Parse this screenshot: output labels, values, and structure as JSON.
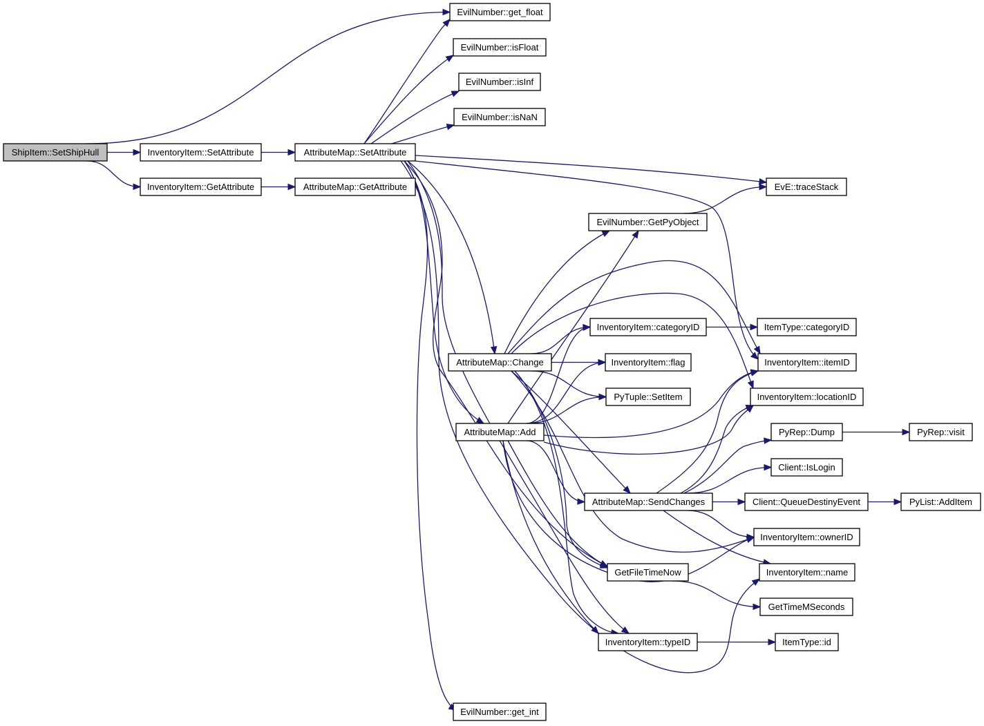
{
  "colors": {
    "edge": "#191970",
    "root_fill": "#bfbfbf",
    "node_fill": "#ffffff",
    "node_border": "#000000"
  },
  "nodes": [
    {
      "id": "shipitem_setshiphull",
      "label": "ShipItem::SetShipHull",
      "root": true
    },
    {
      "id": "inventoryitem_setattribute",
      "label": "InventoryItem::SetAttribute"
    },
    {
      "id": "inventoryitem_getattribute",
      "label": "InventoryItem::GetAttribute"
    },
    {
      "id": "attributemap_setattribute",
      "label": "AttributeMap::SetAttribute"
    },
    {
      "id": "attributemap_getattribute",
      "label": "AttributeMap::GetAttribute"
    },
    {
      "id": "evilnumber_get_float",
      "label": "EvilNumber::get_float"
    },
    {
      "id": "evilnumber_isfloat",
      "label": "EvilNumber::isFloat"
    },
    {
      "id": "evilnumber_isinf",
      "label": "EvilNumber::isInf"
    },
    {
      "id": "evilnumber_isnan",
      "label": "EvilNumber::isNaN"
    },
    {
      "id": "eve_tracestack",
      "label": "EvE::traceStack"
    },
    {
      "id": "evilnumber_getpyobject",
      "label": "EvilNumber::GetPyObject"
    },
    {
      "id": "inventoryitem_categoryid",
      "label": "InventoryItem::categoryID"
    },
    {
      "id": "itemtype_categoryid",
      "label": "ItemType::categoryID"
    },
    {
      "id": "attributemap_change",
      "label": "AttributeMap::Change"
    },
    {
      "id": "inventoryitem_flag",
      "label": "InventoryItem::flag"
    },
    {
      "id": "inventoryitem_itemid",
      "label": "InventoryItem::itemID"
    },
    {
      "id": "pytuple_setitem",
      "label": "PyTuple::SetItem"
    },
    {
      "id": "inventoryitem_locationid",
      "label": "InventoryItem::locationID"
    },
    {
      "id": "attributemap_add",
      "label": "AttributeMap::Add"
    },
    {
      "id": "pyrep_dump",
      "label": "PyRep::Dump"
    },
    {
      "id": "pyrep_visit",
      "label": "PyRep::visit"
    },
    {
      "id": "client_islogin",
      "label": "Client::IsLogin"
    },
    {
      "id": "attributemap_sendchanges",
      "label": "AttributeMap::SendChanges"
    },
    {
      "id": "client_queuedestinyevent",
      "label": "Client::QueueDestinyEvent"
    },
    {
      "id": "pylist_additem",
      "label": "PyList::AddItem"
    },
    {
      "id": "inventoryitem_ownerid",
      "label": "InventoryItem::ownerID"
    },
    {
      "id": "getfiletimenow",
      "label": "GetFileTimeNow"
    },
    {
      "id": "inventoryitem_name",
      "label": "InventoryItem::name"
    },
    {
      "id": "gettimemseconds",
      "label": "GetTimeMSeconds"
    },
    {
      "id": "inventoryitem_typeid",
      "label": "InventoryItem::typeID"
    },
    {
      "id": "itemtype_id",
      "label": "ItemType::id"
    },
    {
      "id": "evilnumber_get_int",
      "label": "EvilNumber::get_int"
    }
  ],
  "edges": [
    {
      "from": "shipitem_setshiphull",
      "to": "evilnumber_get_float"
    },
    {
      "from": "shipitem_setshiphull",
      "to": "inventoryitem_setattribute"
    },
    {
      "from": "shipitem_setshiphull",
      "to": "inventoryitem_getattribute"
    },
    {
      "from": "inventoryitem_setattribute",
      "to": "attributemap_setattribute"
    },
    {
      "from": "inventoryitem_getattribute",
      "to": "attributemap_getattribute"
    },
    {
      "from": "attributemap_setattribute",
      "to": "evilnumber_get_float"
    },
    {
      "from": "attributemap_setattribute",
      "to": "evilnumber_isfloat"
    },
    {
      "from": "attributemap_setattribute",
      "to": "evilnumber_isinf"
    },
    {
      "from": "attributemap_setattribute",
      "to": "evilnumber_isnan"
    },
    {
      "from": "attributemap_setattribute",
      "to": "eve_tracestack"
    },
    {
      "from": "attributemap_setattribute",
      "to": "inventoryitem_itemid"
    },
    {
      "from": "attributemap_setattribute",
      "to": "attributemap_change"
    },
    {
      "from": "attributemap_setattribute",
      "to": "attributemap_add"
    },
    {
      "from": "attributemap_setattribute",
      "to": "getfiletimenow"
    },
    {
      "from": "attributemap_setattribute",
      "to": "inventoryitem_typeid"
    },
    {
      "from": "attributemap_setattribute",
      "to": "inventoryitem_name"
    },
    {
      "from": "attributemap_setattribute",
      "to": "evilnumber_get_int"
    },
    {
      "from": "evilnumber_getpyobject",
      "to": "eve_tracestack"
    },
    {
      "from": "inventoryitem_categoryid",
      "to": "itemtype_categoryid"
    },
    {
      "from": "attributemap_change",
      "to": "evilnumber_getpyobject"
    },
    {
      "from": "attributemap_change",
      "to": "inventoryitem_categoryid"
    },
    {
      "from": "attributemap_change",
      "to": "inventoryitem_flag"
    },
    {
      "from": "attributemap_change",
      "to": "pytuple_setitem"
    },
    {
      "from": "attributemap_change",
      "to": "inventoryitem_itemid"
    },
    {
      "from": "attributemap_change",
      "to": "inventoryitem_locationid"
    },
    {
      "from": "attributemap_change",
      "to": "attributemap_sendchanges"
    },
    {
      "from": "attributemap_change",
      "to": "inventoryitem_ownerid"
    },
    {
      "from": "attributemap_change",
      "to": "getfiletimenow"
    },
    {
      "from": "attributemap_change",
      "to": "inventoryitem_typeid"
    },
    {
      "from": "attributemap_add",
      "to": "evilnumber_getpyobject"
    },
    {
      "from": "attributemap_add",
      "to": "inventoryitem_categoryid"
    },
    {
      "from": "attributemap_add",
      "to": "inventoryitem_flag"
    },
    {
      "from": "attributemap_add",
      "to": "pytuple_setitem"
    },
    {
      "from": "attributemap_add",
      "to": "inventoryitem_itemid"
    },
    {
      "from": "attributemap_add",
      "to": "inventoryitem_locationid"
    },
    {
      "from": "attributemap_add",
      "to": "attributemap_sendchanges"
    },
    {
      "from": "attributemap_add",
      "to": "inventoryitem_ownerid"
    },
    {
      "from": "attributemap_add",
      "to": "getfiletimenow"
    },
    {
      "from": "attributemap_add",
      "to": "inventoryitem_typeid"
    },
    {
      "from": "attributemap_sendchanges",
      "to": "inventoryitem_itemid"
    },
    {
      "from": "attributemap_sendchanges",
      "to": "inventoryitem_locationid"
    },
    {
      "from": "attributemap_sendchanges",
      "to": "pyrep_dump"
    },
    {
      "from": "attributemap_sendchanges",
      "to": "client_islogin"
    },
    {
      "from": "attributemap_sendchanges",
      "to": "client_queuedestinyevent"
    },
    {
      "from": "attributemap_sendchanges",
      "to": "inventoryitem_ownerid"
    },
    {
      "from": "attributemap_sendchanges",
      "to": "inventoryitem_name"
    },
    {
      "from": "pyrep_dump",
      "to": "pyrep_visit"
    },
    {
      "from": "client_queuedestinyevent",
      "to": "pylist_additem"
    },
    {
      "from": "getfiletimenow",
      "to": "gettimemseconds"
    },
    {
      "from": "inventoryitem_typeid",
      "to": "itemtype_id"
    }
  ]
}
